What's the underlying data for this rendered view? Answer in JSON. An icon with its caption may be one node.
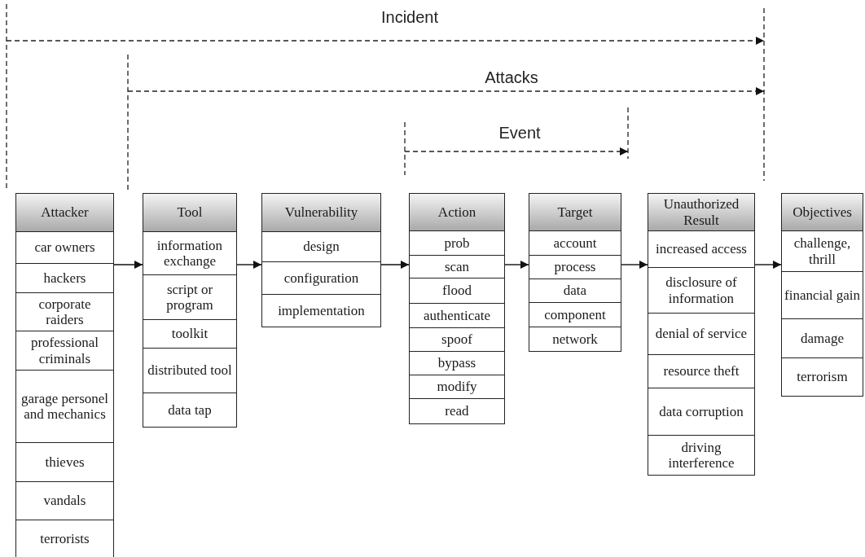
{
  "diagram": {
    "nodes": [
      {
        "text": [
          "Attacker",
          "car owners",
          "hackers",
          "corporate raiders",
          "professional criminals",
          "garage personel and mechanics",
          "thieves",
          "vandals",
          "terrorists"
        ]
      },
      {
        "text": [
          "Tool",
          "information exchange",
          "script or program",
          "toolkit",
          "distributed tool",
          "data tap"
        ]
      },
      {
        "text": [
          "Vulnerability",
          "design",
          "configuration",
          "implementation"
        ]
      },
      {
        "text": [
          "Action",
          "prob",
          "scan",
          "flood",
          "authenticate",
          "spoof",
          "bypass",
          "modify",
          "read"
        ]
      },
      {
        "text": [
          "Target",
          "account",
          "process",
          "data",
          "component",
          "network"
        ]
      },
      {
        "text": [
          "Unauthorized Result",
          "increased access",
          "disclosure of information",
          "denial of service",
          "resource theft",
          "data corruption",
          "driving interference"
        ]
      },
      {
        "text": [
          "Objectives",
          "challenge, thrill",
          "financial gain",
          "damage",
          "terrorism"
        ]
      }
    ],
    "edges": [
      {
        "from": 0,
        "to": 1,
        "arrow": "to"
      },
      {
        "from": 1,
        "to": 2,
        "arrow": "to"
      },
      {
        "from": 2,
        "to": 3,
        "arrow": "to"
      },
      {
        "from": 3,
        "to": 4,
        "arrow": "to"
      },
      {
        "from": 4,
        "to": 5,
        "arrow": "to"
      },
      {
        "from": 5,
        "to": 6,
        "arrow": "to"
      }
    ],
    "labels": [
      "Incident",
      "Attacks",
      "Event"
    ]
  }
}
